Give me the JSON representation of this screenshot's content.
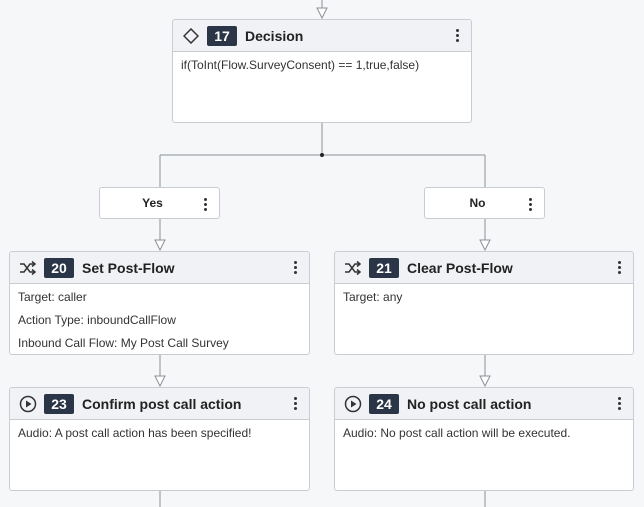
{
  "decision": {
    "id": "17",
    "title": "Decision",
    "icon": "diamond-icon",
    "expression": "if(ToInt(Flow.SurveyConsent) == 1,true,false)"
  },
  "branches": {
    "yes": "Yes",
    "no": "No"
  },
  "set_post_flow": {
    "id": "20",
    "title": "Set Post-Flow",
    "icon": "shuffle-icon",
    "lines": [
      "Target: caller",
      "Action Type: inboundCallFlow",
      "Inbound Call Flow: My Post Call Survey"
    ]
  },
  "clear_post_flow": {
    "id": "21",
    "title": "Clear Post-Flow",
    "icon": "shuffle-icon",
    "lines": [
      "Target: any"
    ]
  },
  "confirm_action": {
    "id": "23",
    "title": "Confirm post call action",
    "icon": "play-circle-icon",
    "lines": [
      "Audio: A post call action has been specified!"
    ]
  },
  "no_action": {
    "id": "24",
    "title": "No post call action",
    "icon": "play-circle-icon",
    "lines": [
      "Audio: No post call action will be executed."
    ]
  },
  "colors": {
    "canvas": "#f6f7f9",
    "node_header": "#f1f2f5",
    "id_badge": "#2b3548",
    "border": "#c9ccd3",
    "connector": "#8a8f98"
  }
}
